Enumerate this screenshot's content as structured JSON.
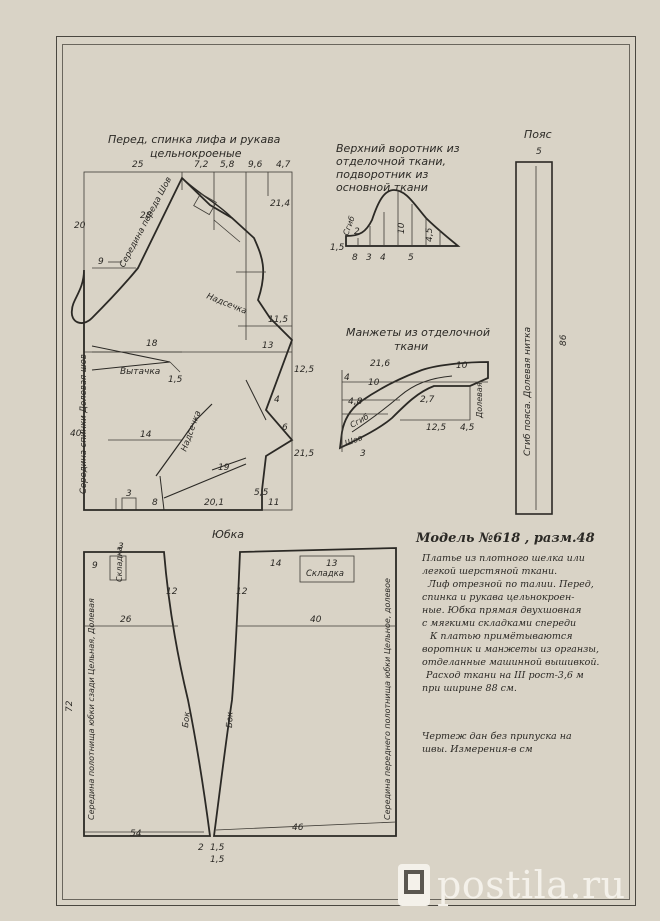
{
  "labels": {
    "bodice_title_1": "Перед, спинка лифа и рукава",
    "bodice_title_2": "цельнокроеные",
    "collar_title_1": "Верхний воротник из",
    "collar_title_2": "отделочной ткани,",
    "collar_title_3": "подворотник из",
    "collar_title_4": "основной ткани",
    "belt_title": "Пояс",
    "cuff_title_1": "Манжеты из отделочной",
    "cuff_title_2": "ткани",
    "skirt_title": "Юбка",
    "front_center": "Середина переда Шов",
    "back_center": "Середина спинки Долевая шов",
    "dart": "Вытачка",
    "shoulder": "Надсечка",
    "notch": "Надсечка",
    "fold": "Сгиб",
    "fold_collar": "Сгиб",
    "seam": "Шов",
    "lengthwise": "Долевая",
    "pleat": "Складка",
    "pleat2": "Складка",
    "side_seam": "Бок",
    "side_seam2": "Бок",
    "skirt_back_center": "Середина полотнища юбки сзади Цельная, Долевая",
    "skirt_front_center": "Середина переднего полотнища юбки Цельное, долевое",
    "belt_strip": "Сгиб пояса. Долевая нитка"
  },
  "model": {
    "title": "Модель №618 , разм.48",
    "desc_1": "Платье из плотного шелка или",
    "desc_2": "легкой шерстяной ткани.",
    "desc_3": "Лиф отрезной по талии. Перед,",
    "desc_4": "спинка и рукава цельнокроен-",
    "desc_5": "ные. Юбка прямая двухшовная",
    "desc_6": "с мягкими складками спереди",
    "desc_7": "К платью примётываются",
    "desc_8": "воротник и манжеты из органзы,",
    "desc_9": "отделанные машинной вышивкой.",
    "desc_10": "Расход ткани на III рост-3,6 м",
    "desc_11": "при ширине 88 см.",
    "desc_12": "Чертеж дан без припуска на",
    "desc_13": "швы. Измерения-в см"
  },
  "dims": {
    "b25": "25",
    "b72": "7,2",
    "b58": "5,8",
    "b96": "9,6",
    "b47": "4,7",
    "b20": "20",
    "b9": "9",
    "b18": "18",
    "b115": "11,5",
    "b13": "13",
    "b125": "12,5",
    "b14": "14",
    "b40": "40",
    "b19": "19",
    "b201": "20,1",
    "b11": "11",
    "b3": "3",
    "b215": "21,5",
    "b6": "6",
    "b8": "8",
    "b4": "4",
    "b15": "1,5",
    "b55": "5,5",
    "b214": "21,4",
    "b28": "28",
    "c15": "1,5",
    "c2": "2",
    "c10": "10",
    "c45": "4,5",
    "c8": "8",
    "c3": "3",
    "c4": "4",
    "c5": "5",
    "belt5": "5",
    "belt86": "86",
    "m216": "21,6",
    "m10": "10",
    "m4": "4",
    "m48": "4,8",
    "m27": "2,7",
    "m125": "12,5",
    "m45": "4,5",
    "m3": "3",
    "m10b": "10",
    "s3": "3",
    "s9": "9",
    "s26": "26",
    "s72": "72",
    "s54": "54",
    "s2": "2",
    "s15": "1,5",
    "s12": "12",
    "f14": "14",
    "f13": "13",
    "f40": "40",
    "f46": "46",
    "f12": "12",
    "f15": "1,5"
  },
  "watermark": "postila.ru"
}
